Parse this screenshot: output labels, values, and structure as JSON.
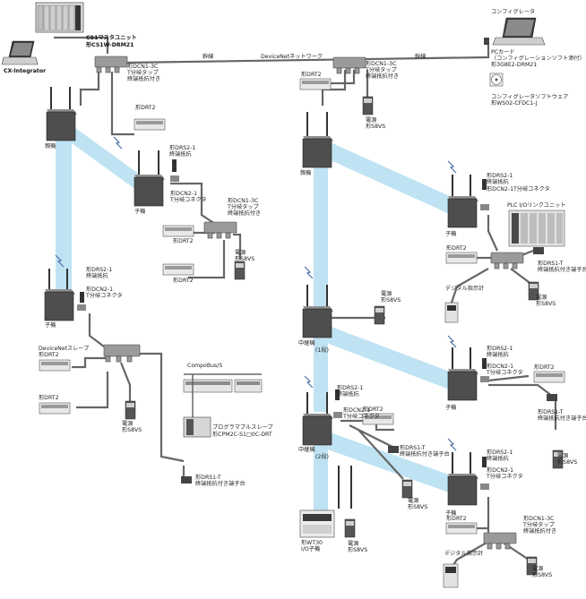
{
  "top": {
    "master_unit_name": "CS1マスタユニット",
    "master_unit_model": "形CS1W-DRM21",
    "cx_integrator": "CX-Integrator",
    "configurator": "コンフィグレータ",
    "network_label": "DeviceNetネットワーク",
    "trunk_left": "幹線",
    "trunk_right": "幹線",
    "pc_card": "PCカード",
    "pc_card_note": "（コンフィグレーションソフト添付）",
    "pc_card_model": "形3G8E2-DRM21",
    "config_software": "コンフィグレータソフトウェア",
    "config_software_model": "形WS02-CFDC1-J"
  },
  "labels": {
    "dcn13c_model": "形DCN1-3C",
    "dcn13c_desc1": "T分岐タップ",
    "dcn13c_desc2": "終端抵抗付き",
    "drt2": "形DRT2",
    "drs21": "形DRS2-1",
    "drs2_desc": "終端抵抗",
    "dcn21": "形DCN2-1",
    "dcn2_desc": "T分岐コネクタ",
    "dcn21t": "形DCN2-1T分岐コネクタ",
    "power": "電源",
    "s8vs": "形S8VS",
    "parent": "親機",
    "child": "子機",
    "relay": "中継機",
    "relay1": "(1段)",
    "relay2": "(2段)",
    "devicenet_slave": "DeviceNetスレーブ",
    "compobus": "CompoBus/S",
    "prog_slave": "プログラマブルスレーブ",
    "prog_slave_model": "形CPM2C-S1□0C-DRT",
    "drs1t": "形DRS1-T",
    "drs1t_desc": "終端抵抗付き端子台",
    "plc_io_link": "PLC I/Oリンクユニット",
    "digital_display": "デジタル指示計",
    "wt30": "形WT30",
    "io_child": "I/O子機"
  }
}
